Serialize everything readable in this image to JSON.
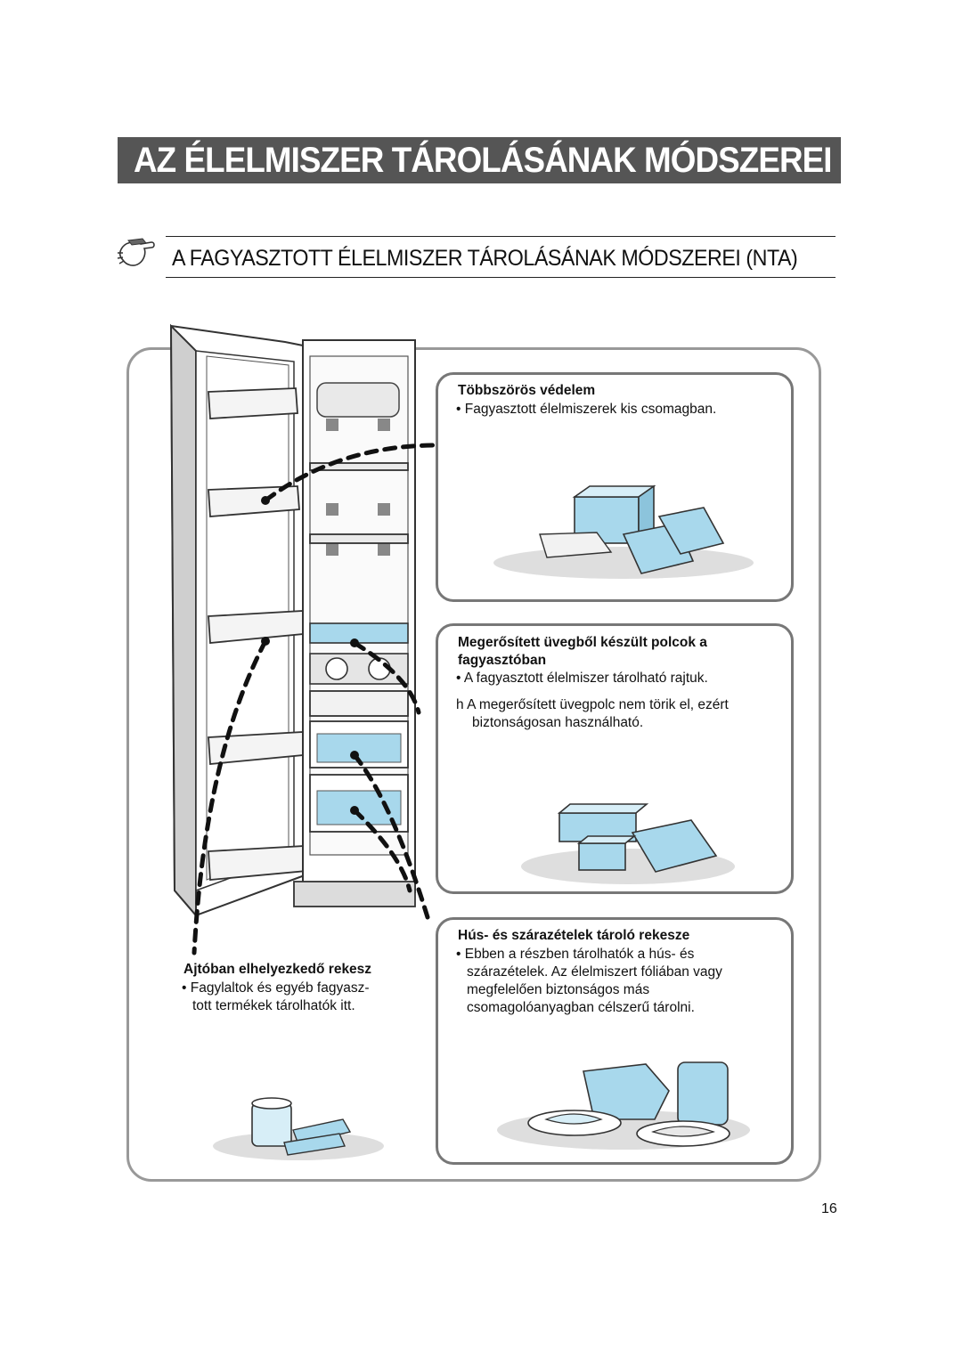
{
  "title": "AZ ÉLELMISZER TÁROLÁSÁNAK MÓDSZEREI",
  "subtitle": "A FAGYASZTOTT ÉLELMISZER TÁROLÁSÁNAK MÓDSZEREI (NTA)",
  "sections": {
    "multi_protection": {
      "heading": "Többszörös védelem",
      "bullet": "• Fagyasztott élelmiszerek kis csomagban."
    },
    "glass_shelves": {
      "heading_line1": "Megerősített üvegből készült polcok a",
      "heading_line2": "fagyasztóban",
      "bullet": "• A fagyasztott élelmiszer tárolható rajtuk.",
      "note_line1": "h  A megerősített üvegpolc nem törik el, ezért",
      "note_line2": "biztonságosan használható."
    },
    "meat_drawer": {
      "heading": "Hús- és szárazételek tároló rekesze",
      "line1": "• Ebben a részben tárolhatók a hús- és",
      "line2": "szárazételek. Az élelmiszert fóliában vagy",
      "line3": "megfelelően biztonságos más",
      "line4": "csomagolóanyagban célszerű tárolni."
    },
    "door_bin": {
      "heading": "Ajtóban elhelyezkedő rekesz",
      "line1": "• Fagylaltok és egyéb fagyasz-",
      "line2": "tott termékek tárolhatók itt."
    }
  },
  "page_number": "16",
  "colors": {
    "title_bg": "#555555",
    "ice_blue": "#a8d8ec",
    "frame_gray": "#999999"
  }
}
